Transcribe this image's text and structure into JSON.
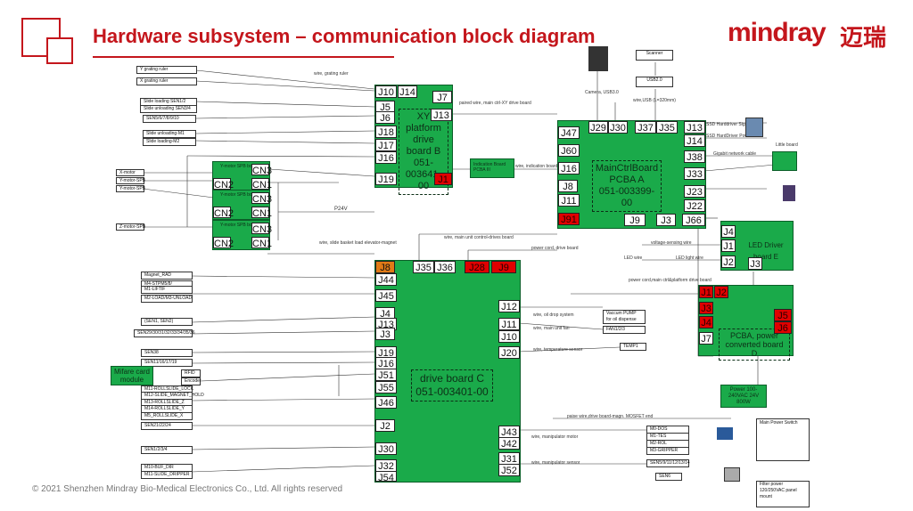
{
  "header": {
    "title": "Hardware subsystem – communication block diagram",
    "brand": "mindray",
    "brand_cn": "迈瑞"
  },
  "footer": {
    "copyright": "© 2021 Shenzhen Mindray Bio-Medical Electronics Co., Ltd. All rights reserved"
  },
  "boards": {
    "xy": {
      "name": "XY platform drive board B",
      "part": "051-003641-00",
      "connectors": [
        "J10",
        "J14",
        "J7",
        "J5",
        "J13",
        "J6",
        "J18",
        "J17",
        "J16",
        "J19",
        "J1"
      ]
    },
    "main": {
      "name": "MainCtrlBoard PCBA A",
      "part": "051-003399-00",
      "connectors": [
        "J29",
        "J30",
        "J37",
        "J35",
        "J13",
        "J14",
        "J47",
        "J38",
        "J60",
        "J16",
        "J33",
        "J8",
        "J23",
        "J11",
        "J22",
        "J91",
        "J9",
        "J3",
        "J66"
      ]
    },
    "drive": {
      "name": "drive board C",
      "part": "051-003401-00",
      "connectors": [
        "J8",
        "J35",
        "J36",
        "J28",
        "J9",
        "J44",
        "J45",
        "J12",
        "J4",
        "J13",
        "J11",
        "J3",
        "J10",
        "J19",
        "J20",
        "J16",
        "J51",
        "J55",
        "J46",
        "J2",
        "J43",
        "J42",
        "J30",
        "J31",
        "J32",
        "J52",
        "J54"
      ]
    },
    "power": {
      "name": "PCBA, power converted board D",
      "connectors": [
        "J1",
        "J2",
        "J3",
        "J4",
        "J5",
        "J6",
        "J7"
      ]
    },
    "led": {
      "name": "LED Driver board E",
      "connectors": [
        "J4",
        "J1",
        "J2",
        "J3"
      ]
    },
    "indication": {
      "name": "Indication Board PCBA III"
    },
    "mifare": {
      "name": "Mifare card module"
    },
    "power_supply": {
      "name": "Power 100-240VAC 24V 800W"
    }
  },
  "motor_boards": [
    {
      "title": "Y-motor SPB board",
      "left": [
        "CN2"
      ],
      "right": [
        "CN3",
        "CN1"
      ]
    },
    {
      "title": "Y-motor SPB board",
      "left": [
        "CN2"
      ],
      "right": [
        "CN3",
        "CN1"
      ]
    },
    {
      "title": "Y-motor SPB board",
      "left": [
        "CN2"
      ],
      "right": [
        "CN3",
        "CN1"
      ]
    }
  ],
  "left_labels": [
    "Y grating ruler",
    "X grating ruler",
    "Slide loading SEN1/2",
    "Slide unloading SEN3/4",
    "SEN5/6/7/8/9/10",
    "Slide unloading-M1",
    "Slide loading-M2",
    "X-motor",
    "Y-motor-SPB",
    "Y-motor-SPB",
    "Z-motor-SPB"
  ],
  "drive_left_labels": [
    "Magnet_RAD",
    "M4-STPM5/8/",
    "M1-LIFTIF",
    "M2-LOAD/M3-UNLOAD",
    "(SEN1, SEN2)",
    "SEN29/30/31/32/33/34/35/36",
    "SEN38",
    "SEN11/16/17/19",
    "RFID",
    "Encoder",
    "M11-ROLLSLIDE_LOCK",
    "M12-SLIDE_MAGNET_HOLD",
    "M13-ROLLSLIDE_Z",
    "M14-ROLLSLIDE_Y",
    "M5_ROLLSLIDE_X",
    "SEN21/22/24",
    "SEN1/2/3/4",
    "M10-BUF_DIR",
    "M11-SLIDE_DRIPPER"
  ],
  "right_labels": [
    "Scanner",
    "USB2.0",
    "Camera, USB3.0",
    "SSD Harddriver Signal Wire",
    "SSD HardDriver Power Wire",
    "Gigabit network cable",
    "Little board",
    "LED Driver board E",
    "voltage-sensing wire",
    "LED wire",
    "LED light wire",
    "Main Power Switch",
    "Filter power 120/250VAC panel mount"
  ],
  "drive_right_labels": [
    "Vaccum PUMP for oil dispense",
    "FAN1/2/3",
    "TEMP1",
    "M0-DOS",
    "M1-TES",
    "M2-ROL",
    "M3-GRIPPER",
    "SEN5/9/11/12/13/14",
    "SEN6"
  ],
  "wire_labels": {
    "grating": "wire, grating ruler",
    "xy_main": "paired wire, main ctrl-XY drive board",
    "usb": "wire,USB (L=320mm)",
    "indication": "wire, indication board",
    "p24": "P24V",
    "slide_basket": "wire, slide basket load elevator-magnet",
    "main_unit": "wire, main unit control-drives board",
    "power_cord": "power cord, drive board",
    "power_main": "power cord,main ctrl&platform drive board",
    "oil": "wire, oil drop system",
    "fan": "wire, main unit fan",
    "temp": "wire, temperature sensor",
    "manip1": "wire, manipulator motor",
    "manip2": "wire, manipulator sensor",
    "power_drive": "paise wire,drive board-magn. MOSFET end"
  }
}
